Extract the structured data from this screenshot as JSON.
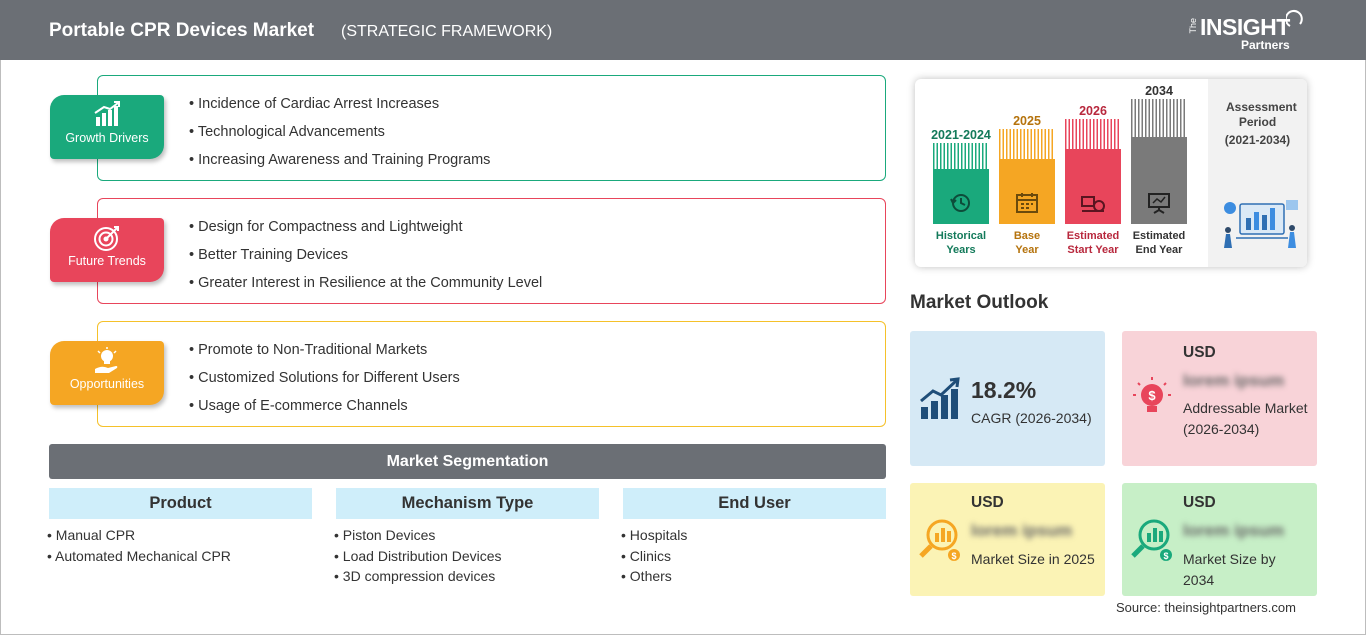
{
  "header": {
    "title": "Portable CPR Devices Market",
    "subtitle": "(STRATEGIC FRAMEWORK)",
    "logo": {
      "the": "The",
      "insight": "INSIGHT",
      "partners": "Partners"
    }
  },
  "framework": [
    {
      "label": "Growth Drivers",
      "color": "#1aa97c",
      "icon": "growth-chart-icon",
      "items": [
        "Incidence of Cardiac Arrest Increases",
        "Technological Advancements",
        "Increasing Awareness and Training Programs"
      ]
    },
    {
      "label": "Future Trends",
      "color": "#e8455b",
      "icon": "target-icon",
      "items": [
        "Design for Compactness and Lightweight",
        "Better Training Devices",
        "Greater Interest in Resilience at the Community Level"
      ]
    },
    {
      "label": "Opportunities",
      "color": "#f5a623",
      "icon": "idea-hand-icon",
      "items": [
        "Promote to Non-Traditional Markets",
        "Customized Solutions for Different Users",
        "Usage of E-commerce Channels"
      ]
    }
  ],
  "segmentation": {
    "title": "Market Segmentation",
    "columns": [
      {
        "heading": "Product",
        "items": [
          "Manual CPR",
          "Automated Mechanical CPR"
        ]
      },
      {
        "heading": "Mechanism Type",
        "items": [
          "Piston Devices",
          "Load Distribution Devices",
          "3D compression devices"
        ]
      },
      {
        "heading": "End User",
        "items": [
          "Hospitals",
          "Clinics",
          "Others"
        ]
      }
    ]
  },
  "timeline": {
    "bars": [
      {
        "year": "2021-2024",
        "caption1": "Historical",
        "caption2": "Years",
        "color": "#1aa97c",
        "icon": "history-icon"
      },
      {
        "year": "2025",
        "caption1": "Base",
        "caption2": "Year",
        "color": "#f5a623",
        "icon": "calendar-icon"
      },
      {
        "year": "2026",
        "caption1": "Estimated",
        "caption2": "Start Year",
        "color": "#e8455b",
        "icon": "launch-icon"
      },
      {
        "year": "2034",
        "caption1": "Estimated",
        "caption2": "End Year",
        "color": "#7a7a7a",
        "icon": "presentation-icon"
      }
    ],
    "assessment_label": "Assessment Period",
    "assessment_period": "(2021-2034)"
  },
  "outlook": {
    "title": "Market Outlook",
    "cagr": {
      "value": "18.2%",
      "label": "CAGR (2026-2034)",
      "color": "#d6e9f5"
    },
    "addressable": {
      "usd": "USD",
      "value": "lorem ipsum",
      "label": "Addressable Market (2026-2034)",
      "color": "#f8d3d8"
    },
    "size_2025": {
      "usd": "USD",
      "value": "lorem ipsum",
      "label": "Market Size in 2025",
      "color": "#fbf3b5"
    },
    "size_2034": {
      "usd": "USD",
      "value": "lorem ipsum",
      "label": "Market Size by 2034",
      "color": "#c7efc7"
    }
  },
  "source": "Source: theinsightpartners.com"
}
